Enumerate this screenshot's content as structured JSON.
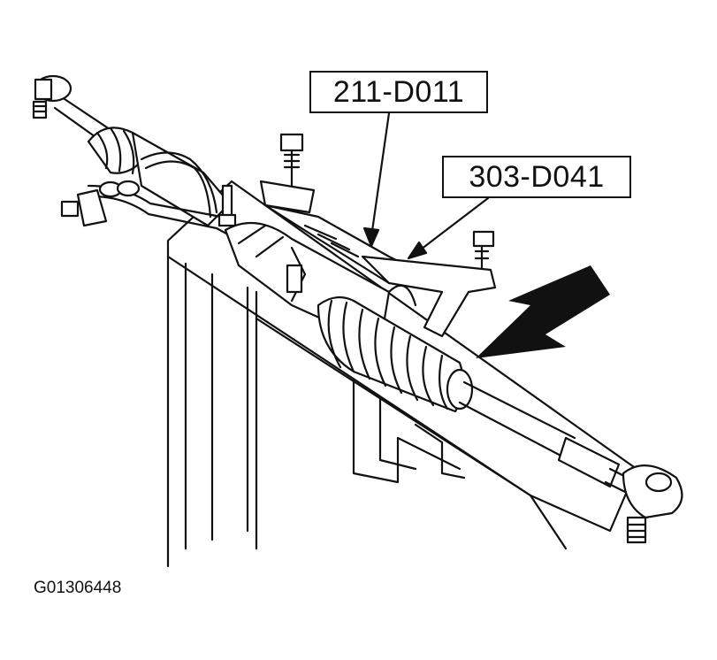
{
  "callouts": {
    "tool_1": "211-D011",
    "tool_2": "303-D041"
  },
  "figure_id": "G01306448",
  "colors": {
    "line": "#111111",
    "background": "#ffffff"
  }
}
